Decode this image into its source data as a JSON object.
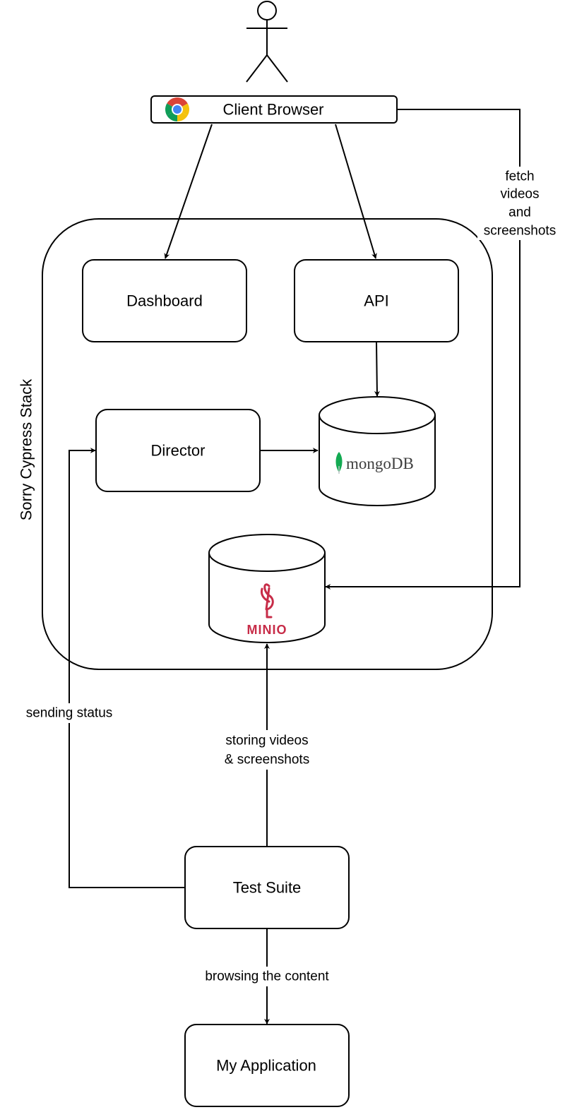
{
  "actor": {
    "icon": "person-icon"
  },
  "client_browser": {
    "label": "Client Browser",
    "icon": "chrome-icon"
  },
  "stack": {
    "label": "Sorry Cypress Stack"
  },
  "nodes": {
    "dashboard": "Dashboard",
    "api": "API",
    "director": "Director",
    "test_suite": "Test Suite",
    "my_application": "My Application"
  },
  "databases": {
    "mongodb": {
      "logo_text": "mongoDB",
      "icon": "mongodb-leaf-icon"
    },
    "minio": {
      "logo_text": "MINIO",
      "icon": "minio-flamingo-icon"
    }
  },
  "edge_labels": {
    "fetch": [
      "fetch",
      "videos",
      "and",
      "screenshots"
    ],
    "sending_status": "sending status",
    "storing": [
      "storing videos",
      "& screenshots"
    ],
    "browsing": "browsing the content"
  },
  "colors": {
    "minio_red": "#c72c48",
    "mongodb_green": "#13aa52",
    "mongodb_text": "#3f3f3f",
    "chrome_red": "#db4437",
    "chrome_yellow": "#f4c20d",
    "chrome_green": "#0f9d58",
    "chrome_blue": "#4285f4"
  }
}
